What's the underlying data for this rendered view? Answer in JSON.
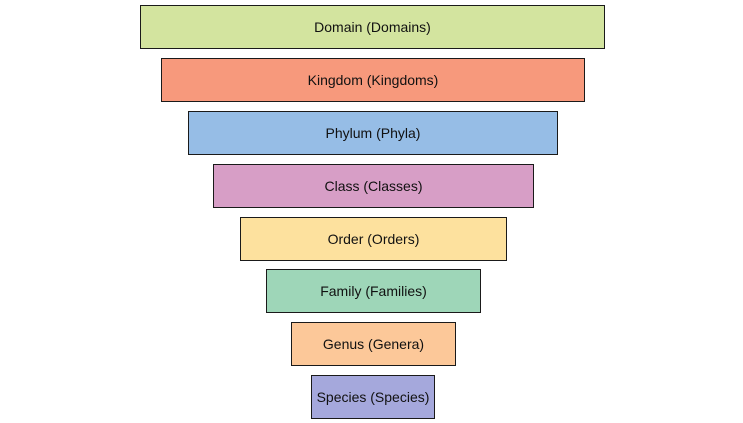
{
  "levels": [
    {
      "label": "Domain (Domains)",
      "color": "#d3e49f"
    },
    {
      "label": "Kingdom (Kingdoms)",
      "color": "#f7997c"
    },
    {
      "label": "Phylum (Phyla)",
      "color": "#96bde6"
    },
    {
      "label": "Class (Classes)",
      "color": "#d79ec6"
    },
    {
      "label": "Order (Orders)",
      "color": "#fde19e"
    },
    {
      "label": "Family (Families)",
      "color": "#9ed6b8"
    },
    {
      "label": "Genus (Genera)",
      "color": "#fcc899"
    },
    {
      "label": "Species (Species)",
      "color": "#a5a8dc"
    }
  ]
}
